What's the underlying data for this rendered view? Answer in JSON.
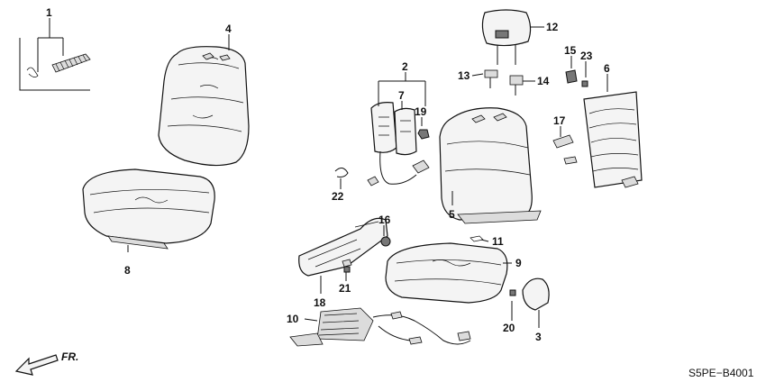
{
  "diagram": {
    "code": "S5PE−B4001",
    "direction_label": "FR.",
    "callouts": [
      {
        "id": "c1",
        "text": "1"
      },
      {
        "id": "c2",
        "text": "2"
      },
      {
        "id": "c3",
        "text": "3"
      },
      {
        "id": "c4",
        "text": "4"
      },
      {
        "id": "c5",
        "text": "5"
      },
      {
        "id": "c6",
        "text": "6"
      },
      {
        "id": "c7",
        "text": "7"
      },
      {
        "id": "c8",
        "text": "8"
      },
      {
        "id": "c9",
        "text": "9"
      },
      {
        "id": "c10",
        "text": "10"
      },
      {
        "id": "c11",
        "text": "11"
      },
      {
        "id": "c12",
        "text": "12"
      },
      {
        "id": "c13",
        "text": "13"
      },
      {
        "id": "c14",
        "text": "14"
      },
      {
        "id": "c15",
        "text": "15"
      },
      {
        "id": "c16",
        "text": "16"
      },
      {
        "id": "c17",
        "text": "17"
      },
      {
        "id": "c18",
        "text": "18"
      },
      {
        "id": "c19",
        "text": "19"
      },
      {
        "id": "c20",
        "text": "20"
      },
      {
        "id": "c21",
        "text": "21"
      },
      {
        "id": "c22",
        "text": "22"
      },
      {
        "id": "c23",
        "text": "23"
      }
    ]
  }
}
